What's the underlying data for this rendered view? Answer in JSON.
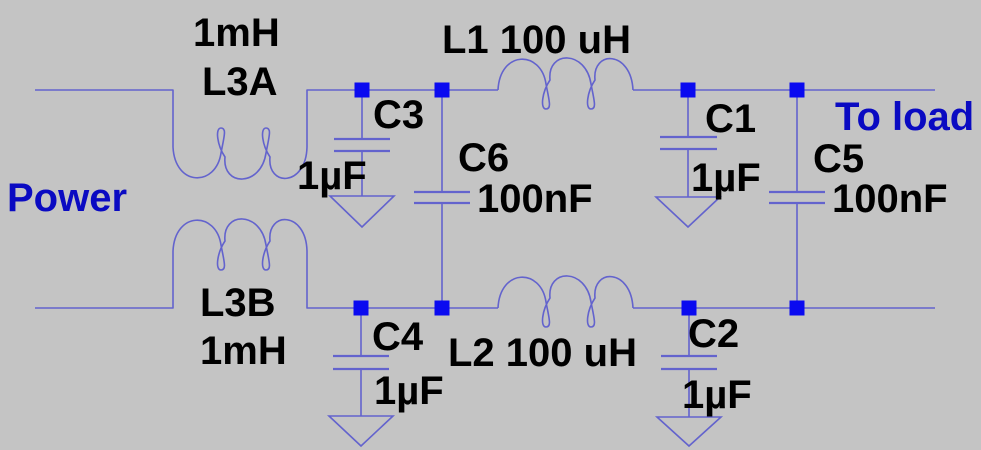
{
  "diagram_type": "circuit-schematic",
  "description_visible_only": "dual-line LC power filter",
  "colors": {
    "background": "#c4c4c4",
    "wire": "#6363cd",
    "junction": "#0a0af0",
    "component_text": "#000000",
    "annotation_text": "#0a0ac2"
  },
  "annotations": {
    "input": "Power",
    "output": "To load"
  },
  "components": {
    "l3a": {
      "value": "1mH",
      "name": "L3A"
    },
    "l3b": {
      "name": "L3B",
      "value": "1mH"
    },
    "l1": {
      "label": "L1 100 uH"
    },
    "l2": {
      "label": "L2 100 uH"
    },
    "c1": {
      "name": "C1",
      "value": "1µF"
    },
    "c2": {
      "name": "C2",
      "value": "1µF"
    },
    "c3": {
      "name": "C3",
      "value": "1µF"
    },
    "c4": {
      "name": "C4",
      "value": "1µF"
    },
    "c5": {
      "name": "C5",
      "value": "100nF"
    },
    "c6": {
      "name": "C6",
      "value": "100nF"
    }
  }
}
